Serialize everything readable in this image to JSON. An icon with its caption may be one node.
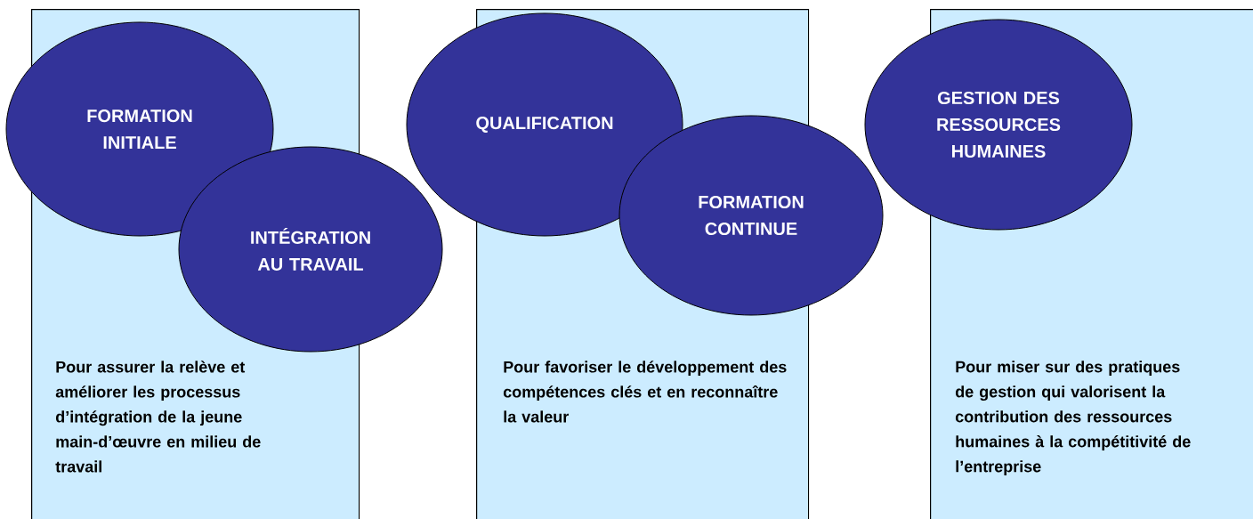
{
  "diagram": {
    "nodes": [
      {
        "text": [
          "Pour assurer la relève et améliorer les processus d’intégration de la jeune main-d’œuvre en milieu de travail"
        ]
      },
      {
        "text": [
          "FORMATION INITIALE"
        ]
      },
      {
        "text": [
          "INTÉGRATION AU TRAVAIL"
        ]
      },
      {
        "text": [
          "Pour favoriser le développement des compétences clés et en reconnaître la valeur"
        ]
      },
      {
        "text": [
          "QUALIFICATION"
        ]
      },
      {
        "text": [
          "FORMATION CONTINUE"
        ]
      },
      {
        "text": [
          "Pour miser sur des pratiques de gestion qui valorisent la contribution des ressources humaines à la compétitivité de l’entreprise"
        ]
      },
      {
        "text": [
          "GESTION DES RESSOURCES HUMAINES"
        ]
      }
    ],
    "edges": []
  }
}
